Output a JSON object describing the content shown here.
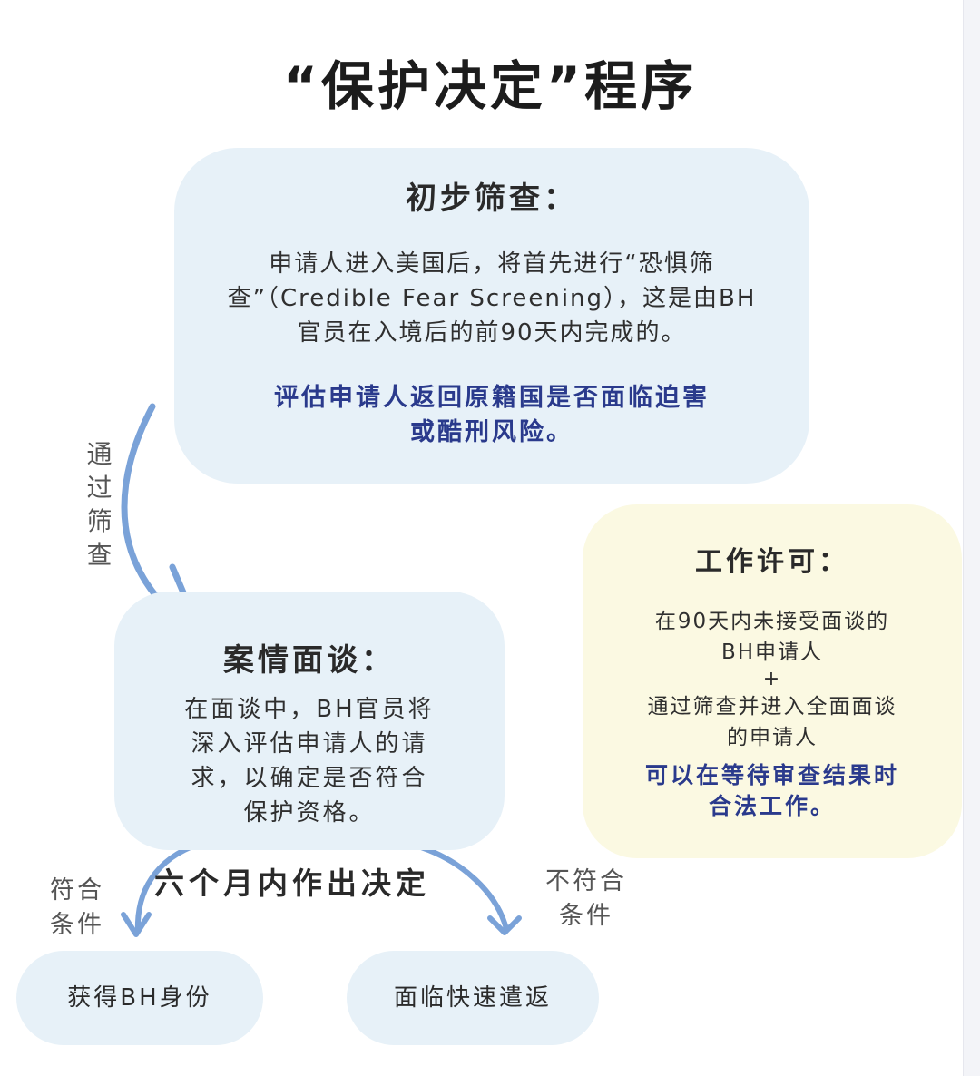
{
  "title": "“保护决定”程序",
  "screening": {
    "title": "初步筛查：",
    "body_line1": "申请人进入美国后，将首先进行“恐惧筛",
    "body_line2": "查”（Credible Fear Screening），这是由BH",
    "body_line3": "官员在入境后的前90天内完成的。",
    "highlight_line1": "评估申请人返回原籍国是否面临迫害",
    "highlight_line2": "或酷刑风险。"
  },
  "pass_label": [
    "通",
    "过",
    "筛",
    "查"
  ],
  "interview": {
    "title": "案情面谈：",
    "body_line1": "在面谈中，BH官员将",
    "body_line2": "深入评估申请人的请",
    "body_line3": "求，以确定是否符合",
    "body_line4": "保护资格。"
  },
  "work_permit": {
    "title": "工作许可：",
    "line1": "在90天内未接受面谈的",
    "line2": "BH申请人",
    "plus": "+",
    "line3": "通过筛查并进入全面面谈",
    "line4": "的申请人",
    "highlight_line1": "可以在等待审查结果时",
    "highlight_line2": "合法工作。"
  },
  "decision_label": "六个月内作出决定",
  "qualify_label": {
    "line1": "符合",
    "line2": "条件"
  },
  "not_qualify_label": {
    "line1": "不符合",
    "line2": "条件"
  },
  "outcomes": {
    "granted": "获得BH身份",
    "removal": "面临快速遣返"
  },
  "colors": {
    "box_blue": "#e7f1f8",
    "box_yellow": "#fbf9e2",
    "arrow_blue": "#7aa2d8",
    "highlight_text": "#2a3a8c"
  }
}
